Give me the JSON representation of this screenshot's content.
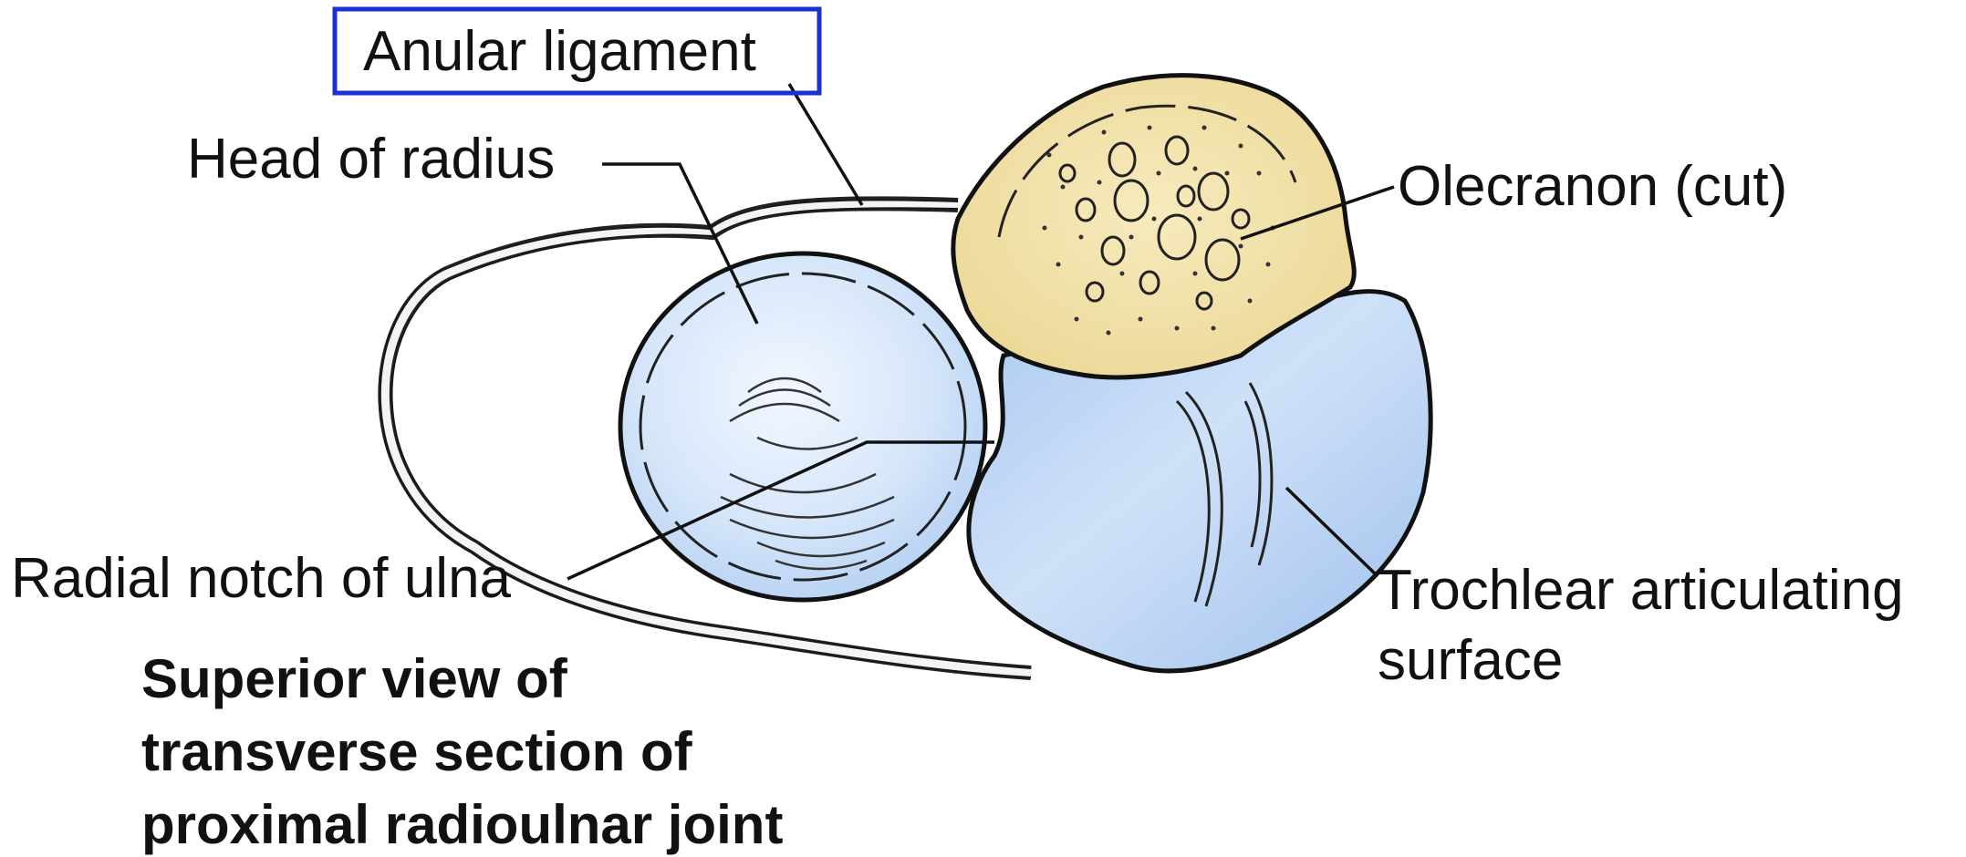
{
  "labels": {
    "anular_ligament": "Anular ligament",
    "head_of_radius": "Head of radius",
    "olecranon": "Olecranon (cut)",
    "radial_notch": "Radial notch of ulna",
    "trochlear_line1": "Trochlear articulating",
    "trochlear_line2": "surface"
  },
  "caption": {
    "line1": "Superior view of",
    "line2": "transverse section of",
    "line3": "proximal radioulnar joint"
  },
  "colors": {
    "highlight_box": "#1a2fd6",
    "bone_blue": "#bcd6f5",
    "bone_blue_light": "#e8f1fc",
    "olecranon_yellow": "#f4e3a6",
    "outline": "#111111"
  }
}
